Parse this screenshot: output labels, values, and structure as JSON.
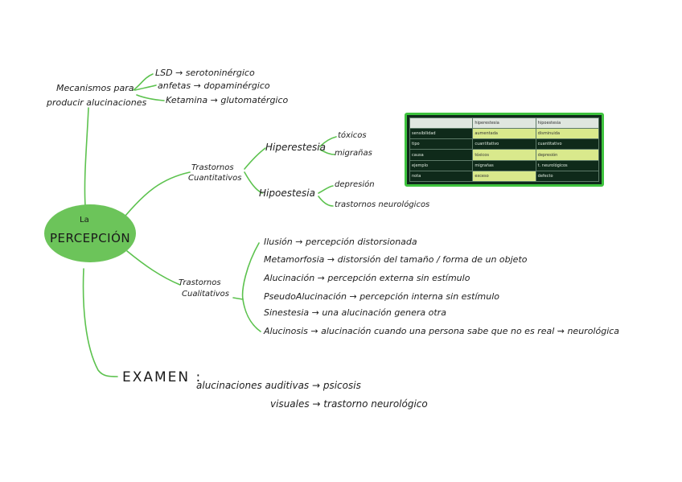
{
  "center": {
    "small": "La",
    "big": "PERCEPCIÓN"
  },
  "mecanismos": {
    "label_line1": "Mecanismos para",
    "label_line2": "producir alucinaciones",
    "items": [
      "LSD → serotoninérgico",
      "anfetas → dopaminérgico",
      "Ketamina → glutomatérgico"
    ]
  },
  "cuantitativos": {
    "label_line1": "Trastornos",
    "label_line2": "Cuantitativos",
    "hiperestesia": {
      "label": "Hiperestesia",
      "items": [
        "tóxicos",
        "migrañas"
      ]
    },
    "hipoestesia": {
      "label": "Hipoestesia",
      "items": [
        "depresión",
        "trastornos neurológicos"
      ]
    }
  },
  "cualitativos": {
    "label_line1": "Trastornos",
    "label_line2": "Cualitativos",
    "items": [
      "Ilusión → percepción distorsionada",
      "Metamorfosia → distorsión del tamaño / forma de un objeto",
      "Alucinación → percepción externa sin estímulo",
      "PseudoAlucinación → percepción interna sin estímulo",
      "Sinestesia → una alucinación genera otra",
      "Alucinosis → alucinación cuando una persona sabe que no es real ⇝ neurológica"
    ]
  },
  "examen": {
    "label": "EXAMEN :",
    "line1": "alucinaciones auditivas → psicosis",
    "line2": "visuales → trastorno neurológico"
  },
  "colors": {
    "branch": "#5cc24e",
    "blob": "#6cc45a",
    "box_border": "#3ec33e",
    "arrow_green": "#3db33d"
  },
  "table_image": {
    "header": [
      "",
      "hiperestesia",
      "hipoestesia"
    ],
    "rows": [
      [
        "sensibilidad",
        "aumentada",
        "disminuida"
      ],
      [
        "tipo",
        "cuantitativo",
        "cuantitativo"
      ],
      [
        "causa",
        "tóxicos",
        "depresión"
      ],
      [
        "ejemplo",
        "migrañas",
        "t. neurológicos"
      ],
      [
        "nota",
        "exceso",
        "defecto"
      ]
    ]
  }
}
